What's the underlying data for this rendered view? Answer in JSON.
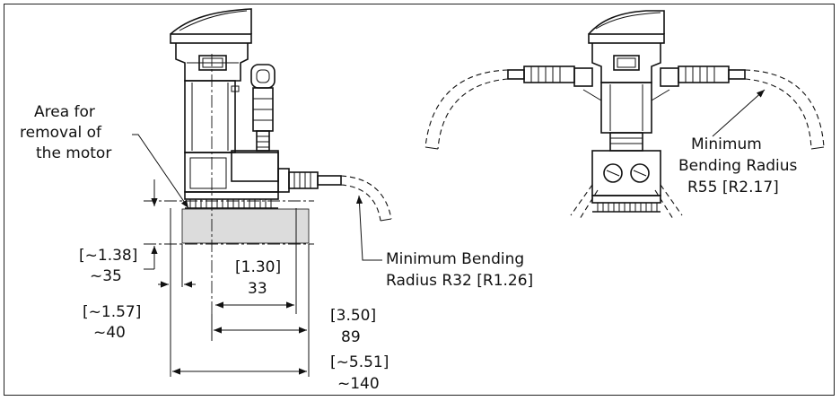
{
  "labels": {
    "area_line1": "Area for",
    "area_line2": "removal of",
    "area_line3": "the motor",
    "dim_1_38_in": "[~1.38]",
    "dim_1_38_mm": "~35",
    "dim_1_30_in": "[1.30]",
    "dim_1_30_mm": "33",
    "dim_1_57_in": "[~1.57]",
    "dim_1_57_mm": "~40",
    "dim_3_50_in": "[3.50]",
    "dim_3_50_mm": "89",
    "dim_5_51_in": "[~5.51]",
    "dim_5_51_mm": "~140",
    "bend_small_line1": "Minimum Bending",
    "bend_small_line2": "Radius R32 [R1.26]",
    "bend_large_line1": "Minimum",
    "bend_large_line2": "Bending Radius",
    "bend_large_line3": "R55 [R2.17]"
  },
  "colors": {
    "ink": "#111111",
    "removal_area_fill": "#dcdcdc"
  }
}
